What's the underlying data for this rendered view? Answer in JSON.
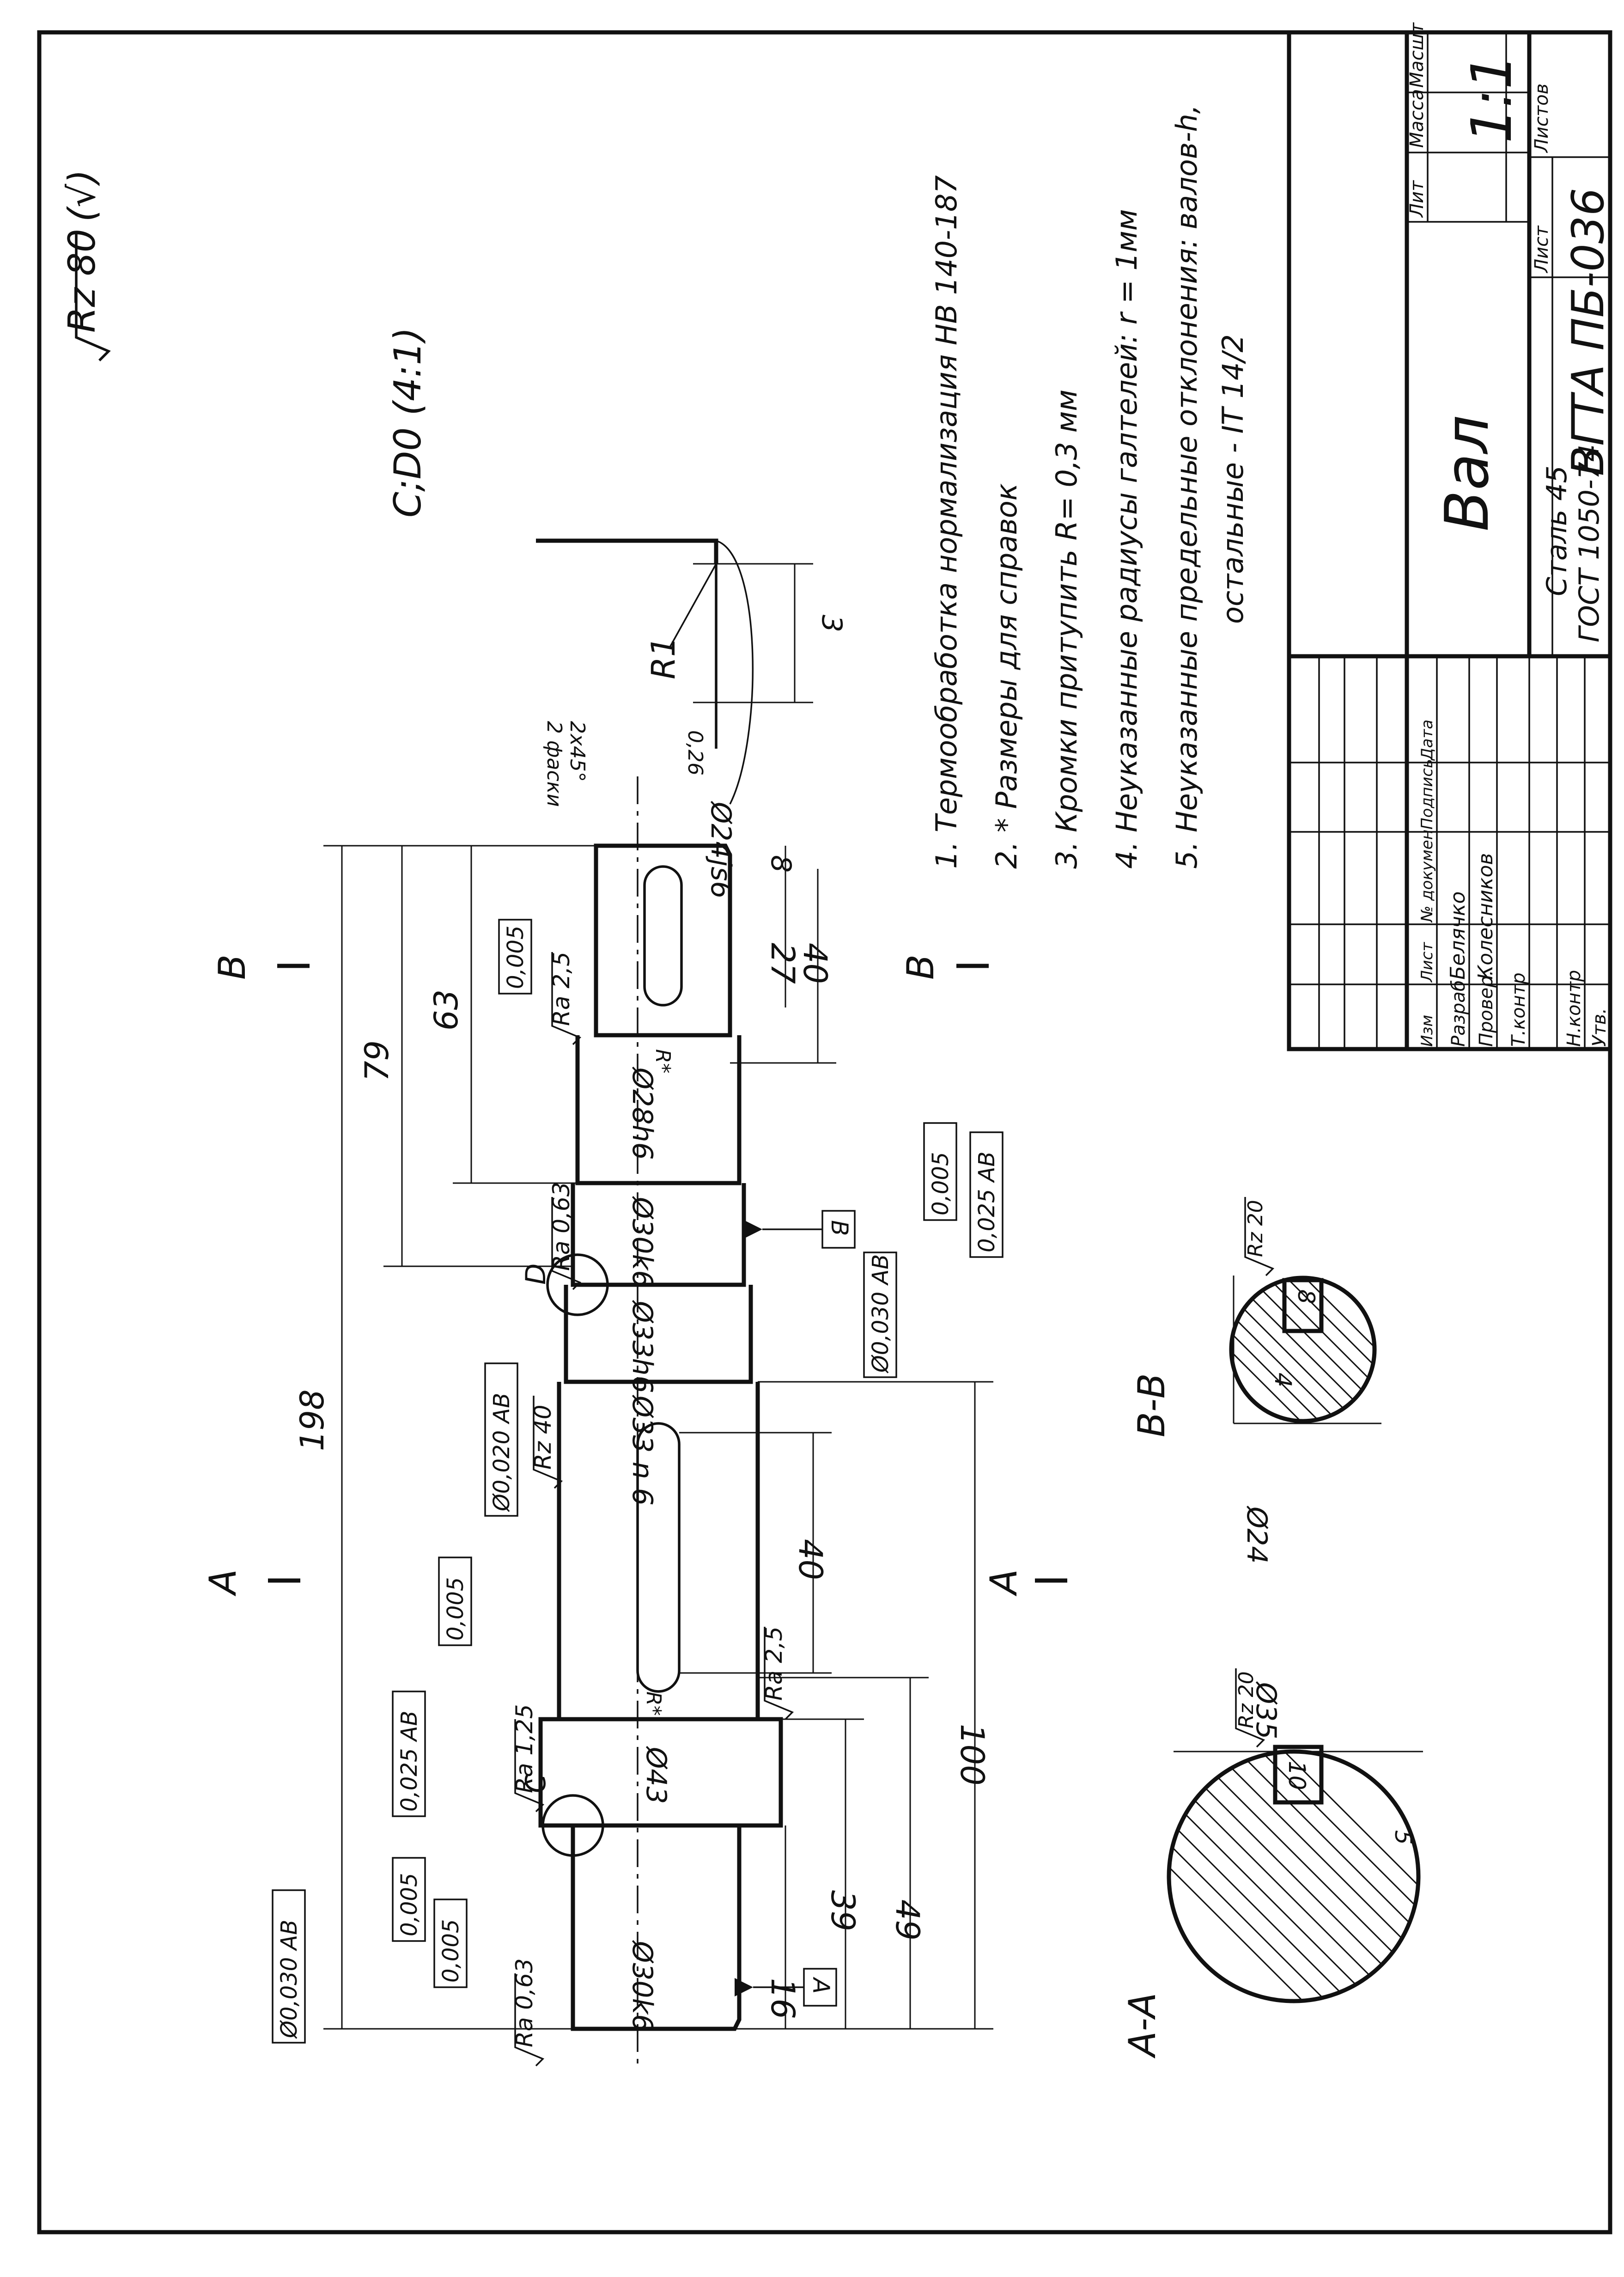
{
  "roughness_general": {
    "symbol": "Rz 80",
    "suffix": "(√)"
  },
  "detail_D_label": "С;D0 (4:1)",
  "notes": [
    "1. Термообработка нормализация НВ 140-187",
    "2. * Размеры для справок",
    "3. Кромки притупить R= 0,3 мм",
    "4. Неуказанные радиусы галтелей: r = 1мм",
    "5. Неуказанные предельные отклонения: валов-h,",
    "остальные - IT 14/2"
  ],
  "title_block": {
    "name": "Вал",
    "material": "Сталь 45",
    "material_std": "ГОСТ 1050-74",
    "code": "ВГТА ПБ-036",
    "scale": "1:1",
    "headers": {
      "lit": "Лит",
      "mass": "Масса",
      "scale": "Масшт",
      "sheet": "Лист",
      "sheets": "Листов"
    },
    "col_headers": {
      "izm": "Изм",
      "list": "Лист",
      "doc": "№ докумен",
      "sign": "Подпись",
      "date": "Дата"
    },
    "roles": [
      "Разраб.",
      "Провер.",
      "Т.контр",
      "Н.контр",
      "Утв."
    ],
    "names": [
      "Белячко",
      "Колесников"
    ]
  },
  "section_labels": {
    "a": "А",
    "b": "В",
    "aa": "А-А",
    "bb": "В-В",
    "c": "С",
    "d": "D"
  },
  "dimensions": {
    "d198": "198",
    "d79": "79",
    "d63": "63",
    "d100": "100",
    "d49": "49",
    "d39": "39",
    "d16": "16",
    "d40a": "40",
    "d40b": "40",
    "d27": "27",
    "d8": "8",
    "d3": "3",
    "d5": "5",
    "d4": "4",
    "d10": "10",
    "d8b": "8",
    "d026": "0,26",
    "chamfer": "2 фаски",
    "chamfer2": "2x45°",
    "r1": "R1",
    "rstar": "R*",
    "rstar2": "R*"
  },
  "diameters": {
    "d24j6": "Ø24js6",
    "d28h6": "Ø28h6",
    "d30k6a": "Ø30k6",
    "d33h6a": "Ø33h6",
    "d33n6": "Ø33 n 6",
    "d43": "Ø43",
    "d30k6b": "Ø30k6",
    "d35": "Ø35",
    "d24": "Ø24"
  },
  "roughness": {
    "ra25a": "Ra 2,5",
    "ra063a": "Ra 0,63",
    "rz40": "Rz 40",
    "ra125": "Ra 1,25",
    "ra25b": "Ra 2,5",
    "ra063b": "Ra 0,63",
    "rz20a": "Rz 20",
    "rz20b": "Rz 20"
  },
  "tolerances": {
    "t1": "0,005",
    "t2": "Ø0,030 АВ",
    "t3": "0,005",
    "t4": "0,025 АВ",
    "t5": "Ø0,020 АВ",
    "t6": "0,005",
    "t7": "0,005",
    "t8": "0,025 АВ",
    "t9": "0,005",
    "t10": "Ø0,030 АВ"
  },
  "datum": {
    "a": "А",
    "b": "В"
  }
}
